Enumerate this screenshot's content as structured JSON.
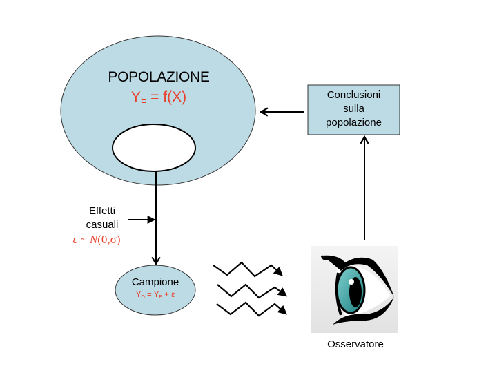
{
  "population": {
    "title": "POPOLAZIONE",
    "formula_lhs": "Y",
    "formula_sub": "E",
    "formula_rhs": " = f(X)",
    "fill_color": "#bddbe5",
    "formula_color": "#e8412c"
  },
  "conclusions": {
    "line1": "Conclusioni",
    "line2": "sulla",
    "line3": "popolazione"
  },
  "random_effects": {
    "line1": "Effetti",
    "line2": "casuali",
    "equation_eps": "ε",
    "equation_sim": " ~ ",
    "equation_N": "N",
    "equation_args": "(0,σ)"
  },
  "sample": {
    "title": "Campione",
    "y": "Y",
    "y_sub_o": "O",
    "equals": " = Y",
    "y_sub_e": "E",
    "plus_eps": "  +  ε"
  },
  "observer": {
    "label": "Osservatore",
    "icon": "eye-icon",
    "iris_color": "#3fa9a8"
  },
  "signal_waves": {
    "count": 3,
    "icon": "zigzag-arrow-icon"
  }
}
